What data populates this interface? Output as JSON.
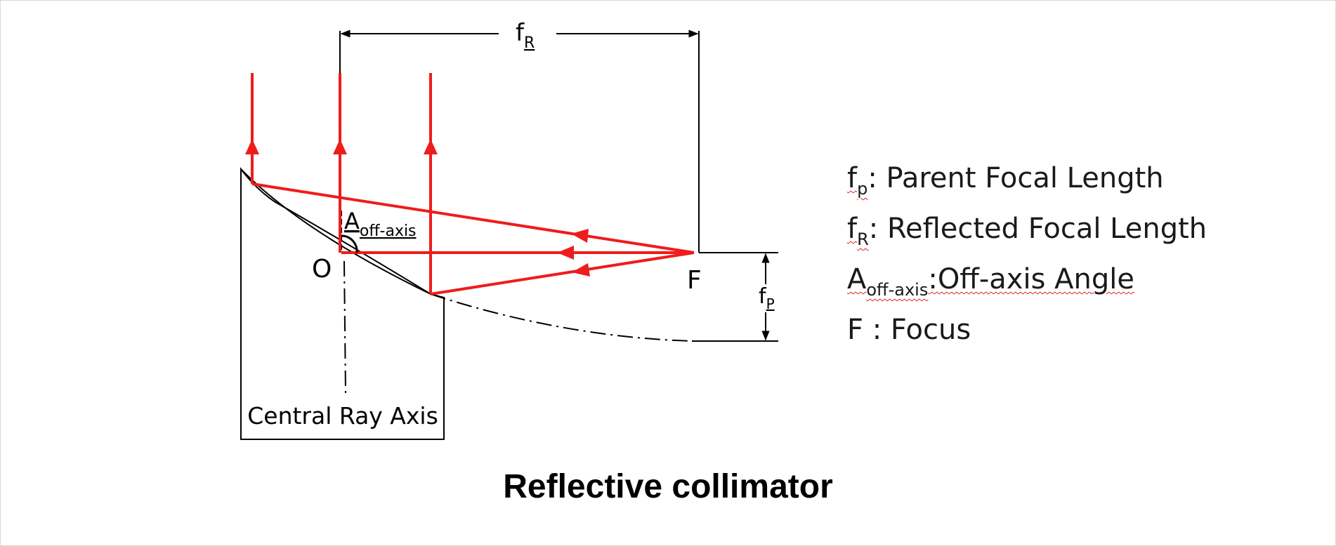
{
  "title": "Reflective collimator",
  "labels": {
    "f_r_main": "f",
    "f_r_sub": "R",
    "f_p_main": "f",
    "f_p_sub": "P",
    "angle_main": "A",
    "angle_sub": "off-axis",
    "origin": "O",
    "focus": "F",
    "axis_box": "Central Ray Axis"
  },
  "legend": [
    {
      "sym": "f",
      "sub": "p",
      "text": ": Parent Focal Length"
    },
    {
      "sym": "f",
      "sub": "R",
      "text": ": Reflected Focal Length"
    },
    {
      "sym": "A",
      "sub": "off-axis",
      "text": ":Off-axis Angle"
    },
    {
      "sym": "F",
      "sub": "",
      "text": " : Focus"
    }
  ],
  "colors": {
    "ray": "#ee1c1c",
    "line": "#000000",
    "squiggle": "#e02020"
  }
}
